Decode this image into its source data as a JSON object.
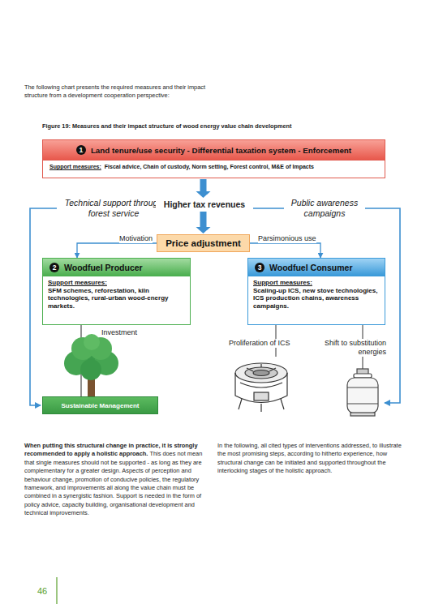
{
  "diagram": {
    "caption": "Figure 19: Measures and their impact structure of wood energy value chain development",
    "nodes": [
      {
        "text": [
          "1",
          "Land tenure/use security - Differential taxation system - Enforcement",
          "Support measures:",
          "Fiscal advice, Chain of custody, Norm setting, Forest control, M&E of Impacts"
        ]
      },
      {
        "text": [
          "Price adjustment"
        ]
      },
      {
        "text": [
          "2",
          "Woodfuel Producer",
          "Support measures:",
          "SFM schemes, reforestation, kiln technologies, rural-urban wood-energy markets."
        ]
      },
      {
        "text": [
          "3",
          "Woodfuel Consumer",
          "Support measures:",
          "Scaling-up ICS, new stove technologies, ICS production chains, awareness campaigns."
        ]
      },
      {
        "text": [
          "Sustainable Management"
        ]
      }
    ],
    "edges": [
      {
        "from": 0,
        "to": 1,
        "label": "Higher tax revenues",
        "arrow": "to"
      },
      {
        "from": 1,
        "to": 2,
        "label": "Motivation",
        "arrow": "to"
      },
      {
        "from": 1,
        "to": 3,
        "label": "Parsimonious use",
        "arrow": "to"
      },
      {
        "from": 2,
        "to": 4,
        "label": "Investment",
        "arrow": "none"
      }
    ],
    "labels": [
      "The following chart presents the required measures and their impact structure from a development cooperation perspective:",
      "Technical support through forest service",
      "Public awareness campaigns",
      "Proliferation of ICS",
      "Shift to substitution energies",
      "When putting this structural change in practice, it is strongly recommended to apply a holistic approach.",
      "This does not mean that single measures should not be supported - as long as they are complementary for a greater design. Aspects of perception and behaviour change, promotion of conducive policies, the regulatory framework, and improvements all along the value chain must be combined in a synergistic fashion. Support is needed in the form of policy advice, capacity building, organisational development and technical improvements.",
      "In the following, all cited types of interventions addressed, to illustrate the most promising steps, according to hitherto experience, how structural change can be initiated and supported throughout the interlocking stages of the holistic approach.",
      "46"
    ]
  }
}
